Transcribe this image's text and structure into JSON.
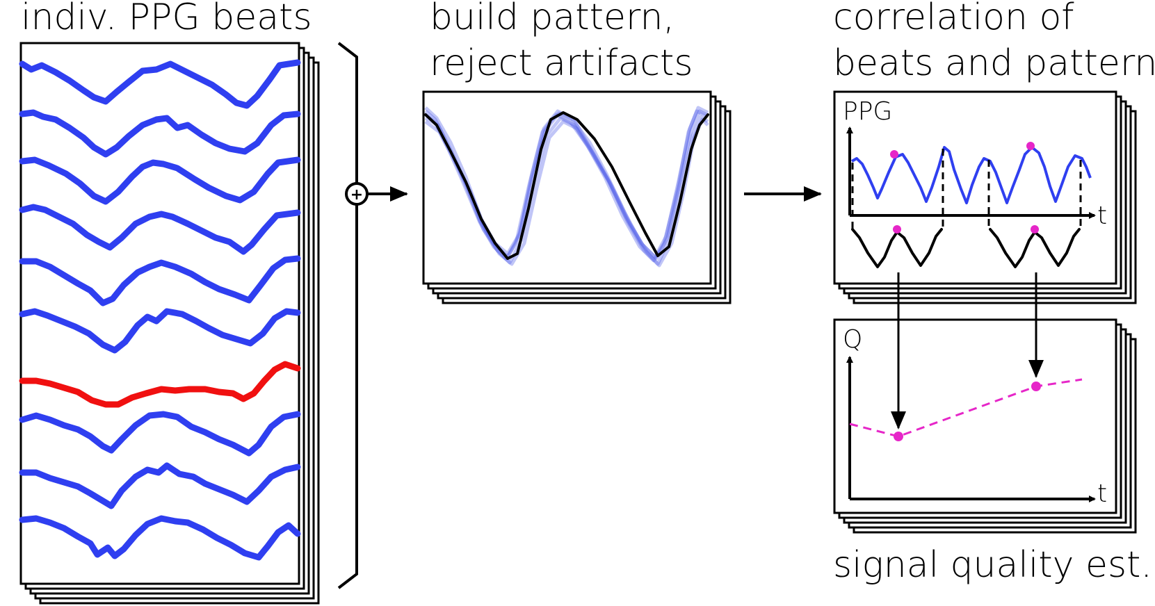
{
  "labels": {
    "indiv_beats": "indiv. PPG beats",
    "build_pattern_line1": "build pattern,",
    "build_pattern_line2": "reject artifacts",
    "correlation_line1": "correlation of",
    "correlation_line2": "beats and pattern",
    "signal_quality": "signal quality est.",
    "axis_ppg": "PPG",
    "axis_q": "Q",
    "axis_t": "t",
    "sum_symbol": "+"
  },
  "colors": {
    "beat": "#2f3ff0",
    "artifact_beat": "#f01010",
    "pattern": "#000000",
    "marker": "#e626c8"
  },
  "icons": {
    "sum": "circled-plus-icon",
    "arrow": "right-arrow-icon"
  }
}
